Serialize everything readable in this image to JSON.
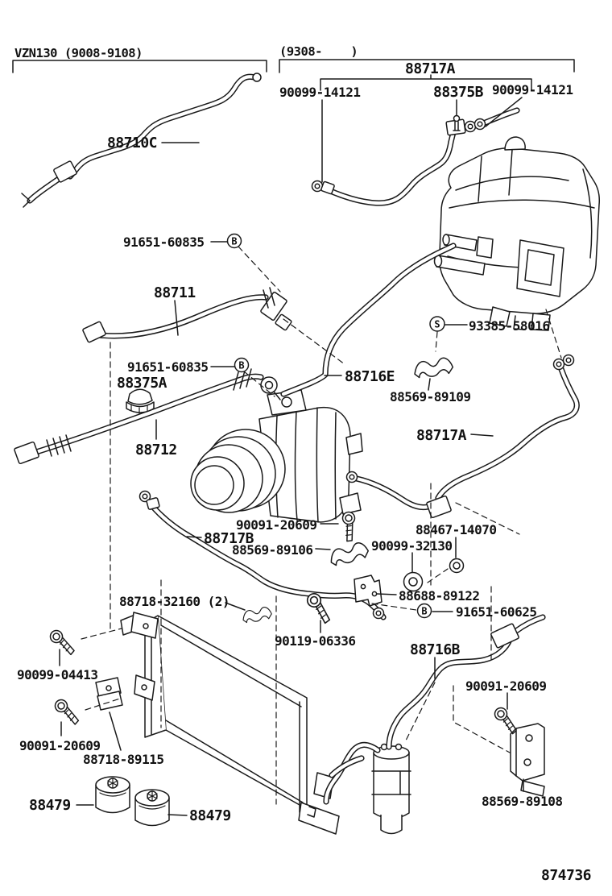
{
  "page": {
    "background": "#ffffff",
    "ink": "#1a1a1a",
    "description": "A/C cooler piping exploded parts diagram"
  },
  "header": {
    "left_variant": "VZN130 (9008-9108)",
    "right_variant": "(9308-    )",
    "bracket_label": "88717A"
  },
  "drawing_number": "874736",
  "part_labels": [
    {
      "id": "90099-14121-a",
      "text": "90099-14121"
    },
    {
      "id": "88375B",
      "text": "88375B"
    },
    {
      "id": "90099-14121-b",
      "text": "90099-14121"
    },
    {
      "id": "88710C",
      "text": "88710C"
    },
    {
      "id": "91651-60835-a",
      "text": "91651-60835"
    },
    {
      "id": "88711",
      "text": "88711"
    },
    {
      "id": "91651-60835-b",
      "text": "91651-60835"
    },
    {
      "id": "88375A",
      "text": "88375A"
    },
    {
      "id": "88712",
      "text": "88712"
    },
    {
      "id": "93385-58016",
      "text": "93385-58016"
    },
    {
      "id": "88716E",
      "text": "88716E"
    },
    {
      "id": "88569-89109",
      "text": "88569-89109"
    },
    {
      "id": "88717A",
      "text": "88717A"
    },
    {
      "id": "90091-20609-a",
      "text": "90091-20609"
    },
    {
      "id": "88717B",
      "text": "88717B"
    },
    {
      "id": "88569-89106",
      "text": "88569-89106"
    },
    {
      "id": "88467-14070",
      "text": "88467-14070"
    },
    {
      "id": "90099-32130",
      "text": "90099-32130"
    },
    {
      "id": "88718-32160",
      "text": "88718-32160 (2)"
    },
    {
      "id": "88688-89122",
      "text": "88688-89122"
    },
    {
      "id": "91651-60625",
      "text": "91651-60625"
    },
    {
      "id": "90119-06336",
      "text": "90119-06336"
    },
    {
      "id": "88716B",
      "text": "88716B"
    },
    {
      "id": "90099-04413",
      "text": "90099-04413"
    },
    {
      "id": "90091-20609-b",
      "text": "90091-20609"
    },
    {
      "id": "88718-89115",
      "text": "88718-89115"
    },
    {
      "id": "88479-a",
      "text": "88479"
    },
    {
      "id": "88479-b",
      "text": "88479"
    },
    {
      "id": "90091-20609-c",
      "text": "90091-20609"
    },
    {
      "id": "88569-89108",
      "text": "88569-89108"
    }
  ],
  "fastener_letters": [
    {
      "letter": "B"
    },
    {
      "letter": "B"
    },
    {
      "letter": "S"
    },
    {
      "letter": "B"
    }
  ]
}
